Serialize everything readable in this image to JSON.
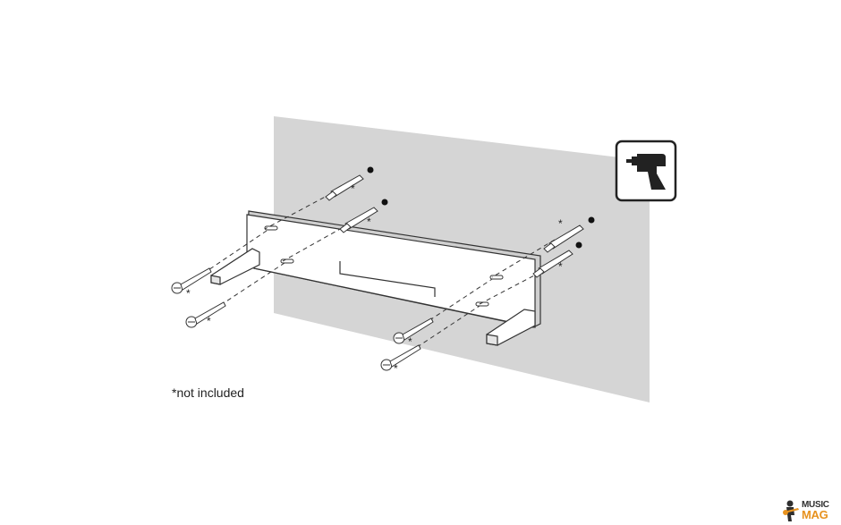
{
  "note": "*not included",
  "asterisk": "*",
  "drill_icon": "drill-icon",
  "watermark": {
    "line1": "MUSIC",
    "line2": "MAG"
  },
  "colors": {
    "wall": "#d5d5d5",
    "line": "#333333",
    "accent": "#e7921e"
  }
}
